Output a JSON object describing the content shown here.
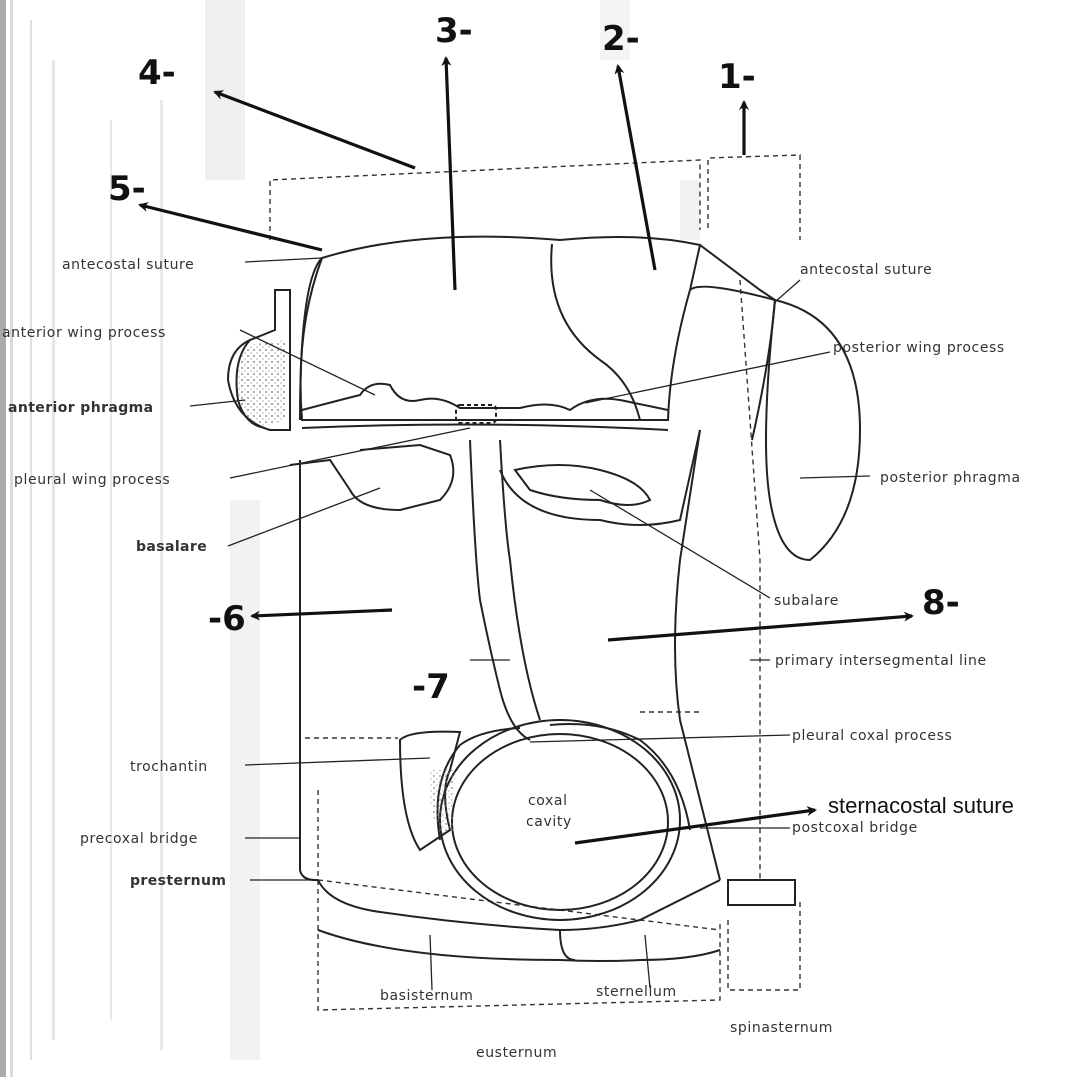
{
  "numbers": {
    "n1": "1-",
    "n2": "2-",
    "n3": "3-",
    "n4": "4-",
    "n5": "5-",
    "n6": "-6",
    "n7": "-7",
    "n8": "8-"
  },
  "labels": {
    "antecostal_suture_left": "antecostal suture",
    "antecostal_suture_right": "antecostal suture",
    "anterior_wing_process": "anterior wing process",
    "posterior_wing_process": "posterior wing process",
    "anterior_phragma": "anterior phragma",
    "posterior_phragma": "posterior phragma",
    "pleural_wing_process": "pleural wing process",
    "basalare": "basalare",
    "subalare": "subalare",
    "primary_intersegmental_line": "primary intersegmental line",
    "pleural_coxal_process": "pleural coxal process",
    "trochantin": "trochantin",
    "coxal_cavity_line1": "coxal",
    "coxal_cavity_line2": "cavity",
    "precoxal_bridge": "precoxal bridge",
    "postcoxal_bridge": "postcoxal bridge",
    "presternum": "presternum",
    "sternacostal_suture": "sternacostal suture",
    "basisternum": "basisternum",
    "sternellum": "sternellum",
    "eusternum": "eusternum",
    "spinasternum": "spinasternum"
  },
  "colors": {
    "ink": "#222222",
    "arrow": "#111111",
    "stipple": "#9a9a9a",
    "noise": "#b5b5b5"
  }
}
